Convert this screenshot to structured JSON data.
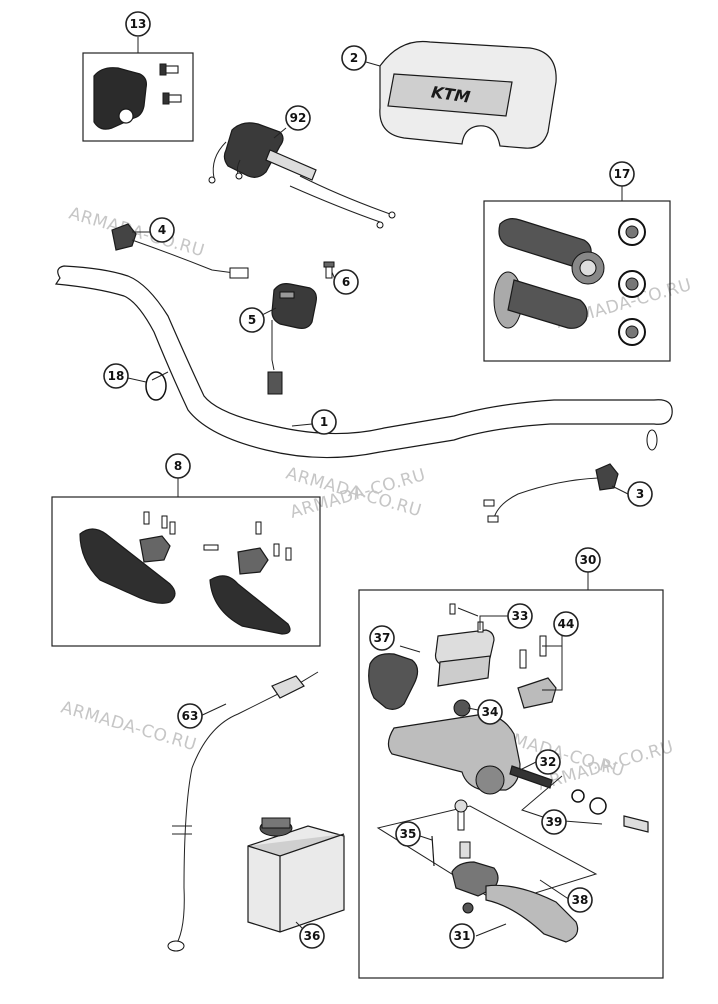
{
  "watermark": "ARMADA-CO.RU",
  "parts": [
    {
      "id": "handlebar",
      "label": "1"
    },
    {
      "id": "handlebar-pad",
      "label": "2"
    },
    {
      "id": "wire-switch",
      "label": "3"
    },
    {
      "id": "kill-switch",
      "label": "4"
    },
    {
      "id": "handlebar-switch",
      "label": "5"
    },
    {
      "id": "screw",
      "label": "6"
    },
    {
      "id": "hand-guards",
      "label": "8"
    },
    {
      "id": "clamp-cover",
      "label": "13"
    },
    {
      "id": "grips",
      "label": "17"
    },
    {
      "id": "cable-tie",
      "label": "18"
    },
    {
      "id": "clutch-master-cylinder",
      "label": "30"
    },
    {
      "id": "clutch-lever",
      "label": "31"
    },
    {
      "id": "piston-kit",
      "label": "32"
    },
    {
      "id": "reservoir-cover",
      "label": "33"
    },
    {
      "id": "bleeder",
      "label": "34"
    },
    {
      "id": "adjuster",
      "label": "35"
    },
    {
      "id": "hydraulic-oil",
      "label": "36"
    },
    {
      "id": "master-cylinder-housing",
      "label": "37"
    },
    {
      "id": "lever-bracket",
      "label": "38"
    },
    {
      "id": "seal-kit",
      "label": "39"
    },
    {
      "id": "clamp-screws",
      "label": "44"
    },
    {
      "id": "clutch-hose",
      "label": "63"
    },
    {
      "id": "throttle-grip",
      "label": "92"
    }
  ],
  "pad_logo": "KTM"
}
